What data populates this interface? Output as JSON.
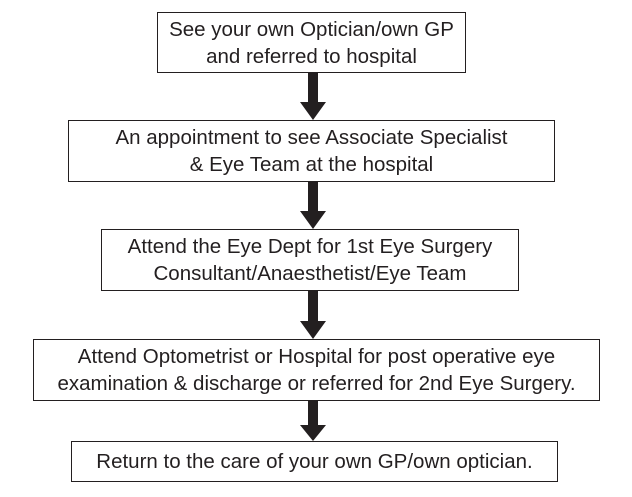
{
  "steps": [
    {
      "line1": "See your own Optician/own GP",
      "line2": "and referred to hospital"
    },
    {
      "line1": "An appointment to see Associate Specialist",
      "line2": "& Eye Team at the hospital"
    },
    {
      "line1": "Attend the Eye Dept for 1st Eye Surgery",
      "line2": "Consultant/Anaesthetist/Eye Team"
    },
    {
      "line1": "Attend Optometrist or Hospital for post operative eye",
      "line2": "examination & discharge or referred for 2nd Eye Surgery."
    },
    {
      "line1": "Return to the care of your own GP/own optician."
    }
  ],
  "colors": {
    "stroke": "#231f20",
    "arrow": "#231f20",
    "background": "#ffffff"
  }
}
